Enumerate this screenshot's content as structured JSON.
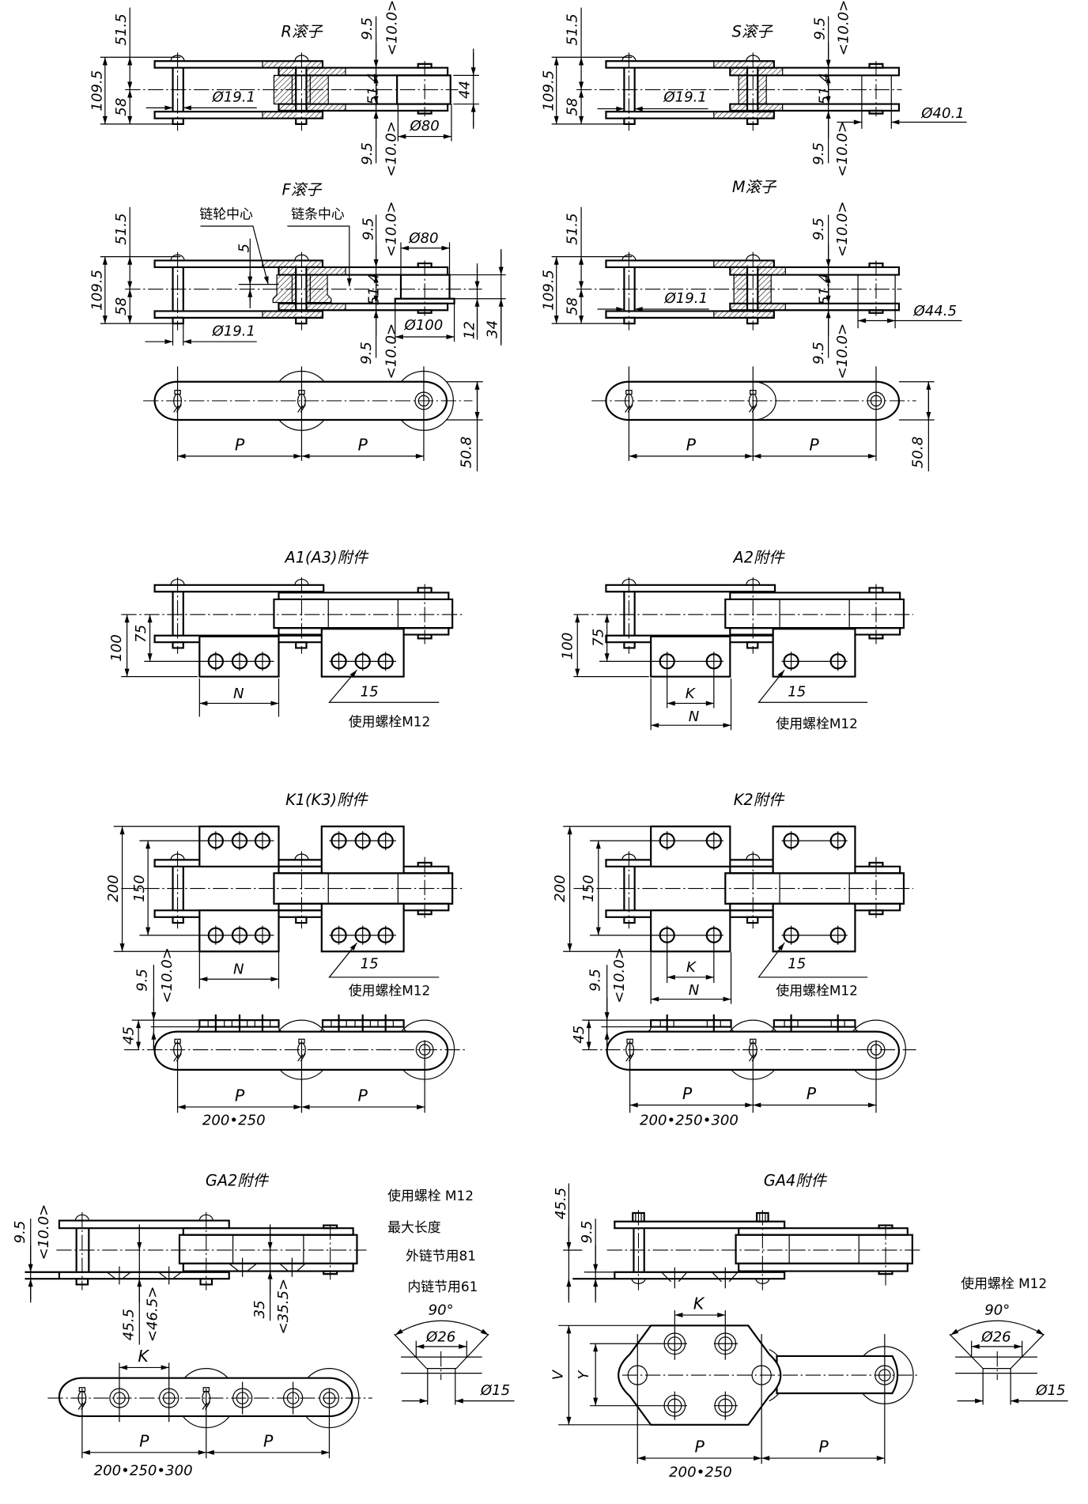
{
  "roller_r": {
    "title": "R滚子",
    "dim_51_5": "51.5",
    "dim_109_5": "109.5",
    "dim_58": "58",
    "pin_dia": "Ø19.1",
    "plate_top": "9.5",
    "plate_top_max": "<10.0>",
    "inner_width": "51.4",
    "roller_width": "44",
    "roller_dia": "Ø80",
    "plate_bottom": "9.5",
    "plate_bottom_max": "<10.0>"
  },
  "roller_s": {
    "title": "S滚子",
    "dim_51_5": "51.5",
    "dim_109_5": "109.5",
    "dim_58": "58",
    "pin_dia": "Ø19.1",
    "plate_top": "9.5",
    "plate_top_max": "<10.0>",
    "inner_width": "51.4",
    "roller_dia": "Ø40.1",
    "plate_bottom": "9.5",
    "plate_bottom_max": "<10.0>"
  },
  "roller_f": {
    "title": "F滚子",
    "sprocket_center": "链轮中心",
    "chain_center": "链条中心",
    "center_offset": "5",
    "dim_51_5": "51.5",
    "dim_109_5": "109.5",
    "dim_58": "58",
    "pin_dia": "Ø19.1",
    "plate_top": "9.5",
    "plate_top_max": "<10.0>",
    "inner_width": "51.4",
    "roller_dia": "Ø80",
    "flange_dia": "Ø100",
    "flange_offset": "12",
    "flange_height": "34",
    "plate_bottom": "9.5",
    "plate_bottom_max": "<10.0>"
  },
  "roller_m": {
    "title": "M滚子",
    "dim_51_5": "51.5",
    "dim_109_5": "109.5",
    "dim_58": "58",
    "pin_dia": "Ø19.1",
    "plate_top": "9.5",
    "plate_top_max": "<10.0>",
    "inner_width": "51.4",
    "roller_dia": "Ø44.5",
    "plate_bottom": "9.5",
    "plate_bottom_max": "<10.0>"
  },
  "side_view_r": {
    "pitch_a": "P",
    "pitch_b": "P",
    "plate_height": "50.8"
  },
  "side_view_m": {
    "pitch_a": "P",
    "pitch_b": "P",
    "plate_height": "50.8"
  },
  "attachment_a1": {
    "title": "A1(A3)附件",
    "height_100": "100",
    "height_75": "75",
    "span_n": "N",
    "hole_dia": "15",
    "bolt_note": "使用螺栓M12"
  },
  "attachment_a2": {
    "title": "A2附件",
    "height_100": "100",
    "height_75": "75",
    "span_k": "K",
    "span_n": "N",
    "hole_dia": "15",
    "bolt_note": "使用螺栓M12"
  },
  "attachment_k1": {
    "title": "K1(K3)附件",
    "width_200": "200",
    "width_150": "150",
    "span_n": "N",
    "hole_dia": "15",
    "bolt_note": "使用螺栓M12",
    "plate": "9.5",
    "plate_max": "<10.0>",
    "height_45": "45",
    "pitch_a": "P",
    "pitch_b": "P",
    "pitch_options": "200•250"
  },
  "attachment_k2": {
    "title": "K2附件",
    "width_200": "200",
    "width_150": "150",
    "span_k": "K",
    "span_n": "N",
    "hole_dia": "15",
    "bolt_note": "使用螺栓M12",
    "plate": "9.5",
    "plate_max": "<10.0>",
    "height_45": "45",
    "pitch_a": "P",
    "pitch_b": "P",
    "pitch_options": "200•250•300"
  },
  "attachment_ga2": {
    "title": "GA2附件",
    "plate": "9.5",
    "plate_max": "<10.0>",
    "height_45_5": "45.5",
    "height_46_5_max": "<46.5>",
    "height_35": "35",
    "height_35_5_max": "<35.5>",
    "span_k": "K",
    "pitch_a": "P",
    "pitch_b": "P",
    "pitch_options": "200•250•300",
    "notes": {
      "bolt": "使用螺栓 M12",
      "max_length": "最大长度",
      "outer_link": "外链节用81",
      "inner_link": "内链节用61"
    },
    "countersink": {
      "angle": "90°",
      "outer_dia": "Ø26",
      "hole_dia": "Ø15"
    }
  },
  "attachment_ga4": {
    "title": "GA4附件",
    "height_45_5": "45.5",
    "plate": "9.5",
    "span_v": "V",
    "span_y": "Y",
    "span_k": "K",
    "pitch_a": "P",
    "pitch_b": "P",
    "pitch_options": "200•250",
    "notes": {
      "bolt": "使用螺栓 M12"
    },
    "countersink": {
      "angle": "90°",
      "outer_dia": "Ø26",
      "hole_dia": "Ø15"
    }
  }
}
